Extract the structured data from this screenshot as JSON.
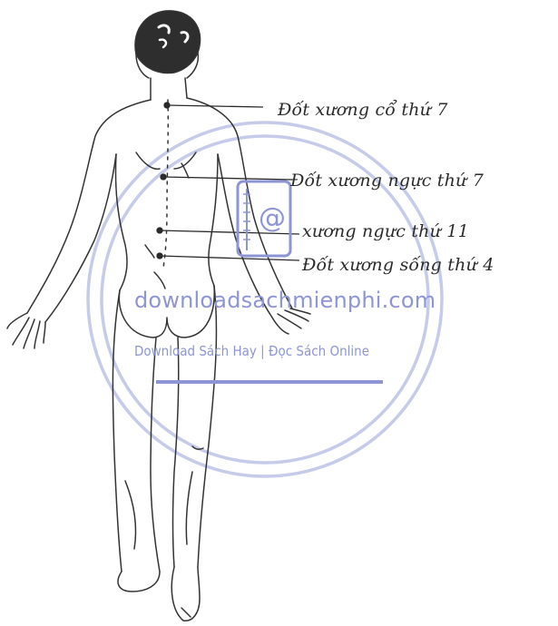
{
  "labels": {
    "cervical_7": "Đốt xương cổ thứ 7",
    "thoracic_7": "Đốt xương ngực thứ 7",
    "thoracic_11": "xương ngực thứ 11",
    "lumbar_4": "Đốt xương sống thứ 4"
  },
  "watermark": {
    "site": "downloadsachmienphi.com",
    "tagline": "Download Sách Hay | Đọc Sách Online",
    "logo_glyph": "@",
    "color": "#8e95d4"
  },
  "colors": {
    "ink": "#2b2b2b",
    "paper": "#ffffff"
  }
}
